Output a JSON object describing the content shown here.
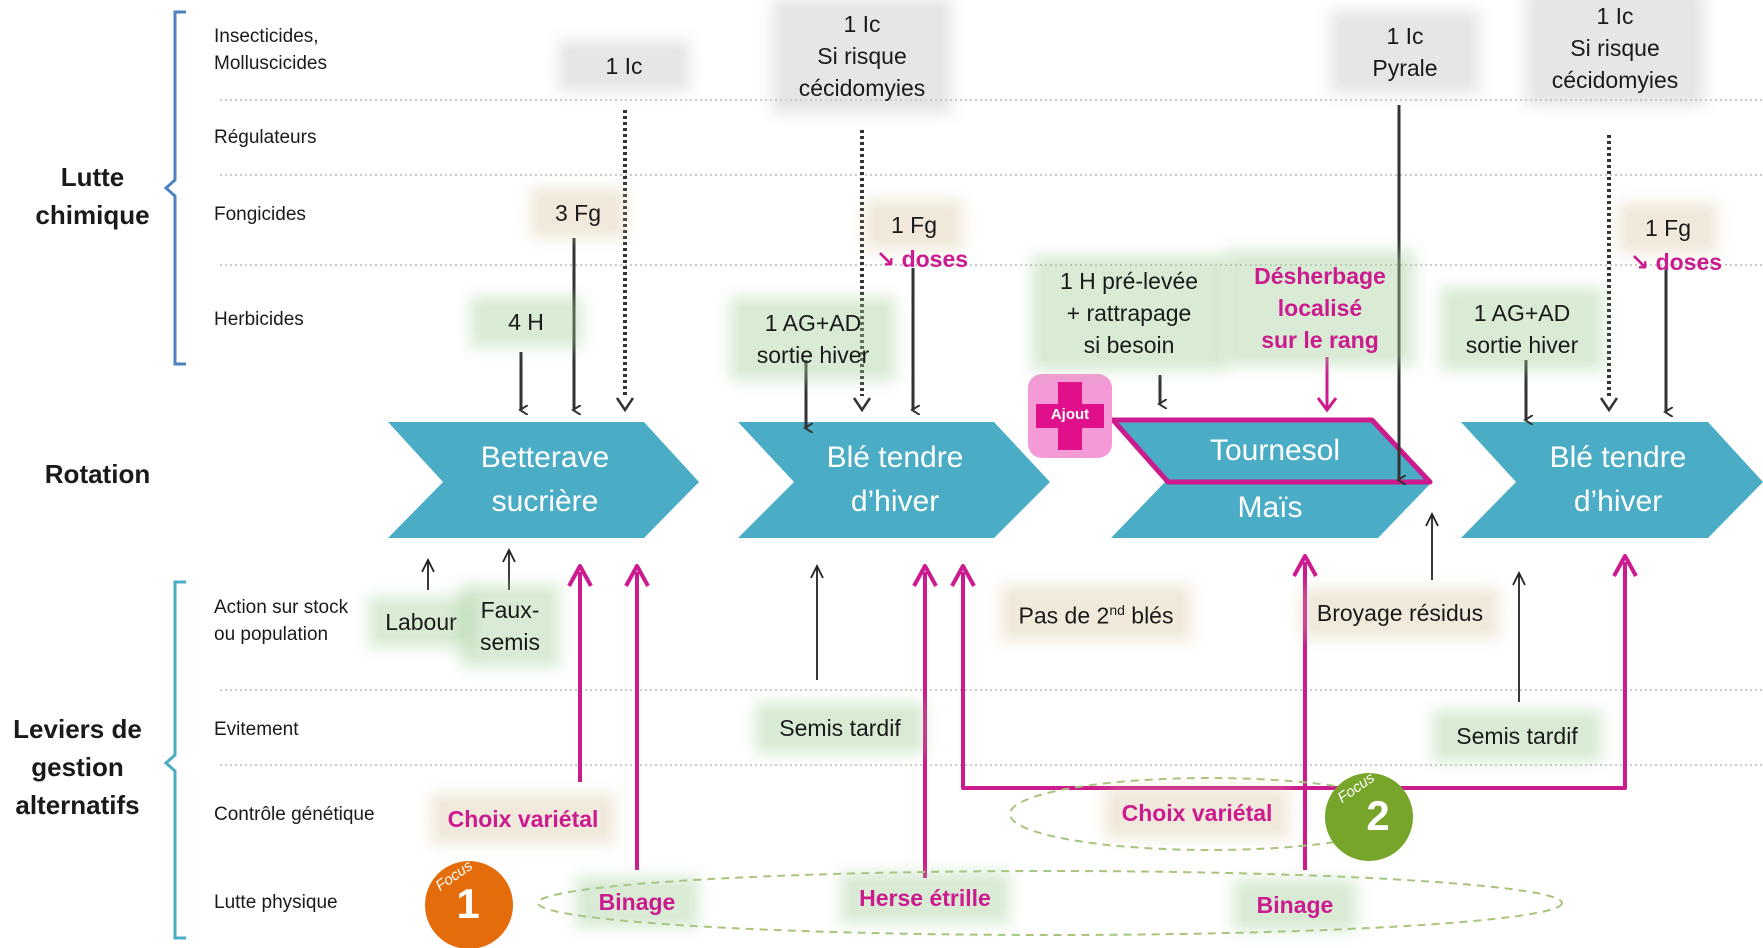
{
  "groups": {
    "chem": "Lutte\nchimique",
    "rotation": "Rotation",
    "alt": "Leviers de\ngestion\nalternatifs"
  },
  "rows": {
    "insecticides": "Insecticides,\nMolluscicides",
    "regulateurs": "Régulateurs",
    "fongicides": "Fongicides",
    "herbicides": "Herbicides",
    "stock": "Action sur stock\nou population",
    "evitement": "Evitement",
    "genetique": "Contrôle génétique",
    "physique": "Lutte physique"
  },
  "crops": {
    "c1": "Betterave\nsucrière",
    "c2": "Blé tendre\nd’hiver",
    "c3a": "Tournesol",
    "c3b": "Maïs",
    "c4": "Blé tendre\nd’hiver"
  },
  "chem_notes": {
    "ic1": "1 Ic",
    "ic2": "1 Ic\nSi risque\ncécidomyies",
    "ic3": "1 Ic\nPyrale",
    "ic4": "1 Ic\nSi risque\ncécidomyies",
    "fg1": "3 Fg",
    "fg2": "1 Fg",
    "fg2_dose": "↘ doses",
    "fg4": "1 Fg",
    "fg4_dose": "↘ doses",
    "h1": "4 H",
    "h2": "1 AG+AD\nsortie hiver",
    "h3": "1 H pré-levée\n+ rattrapage\nsi besoin",
    "h3_loc": "Désherbage\nlocalisé\nsur le rang",
    "h4": "1 AG+AD\nsortie hiver"
  },
  "ajout": "Ajout",
  "alt_notes": {
    "labour": "Labour",
    "faux_semis": "Faux-\nsemis",
    "pas2": "Pas de 2",
    "pas2_sup": "nd",
    "pas2_end": " blés",
    "broyage": "Broyage résidus",
    "semis_tardif_1": "Semis tardif",
    "semis_tardif_2": "Semis tardif",
    "choix_1": "Choix variétal",
    "choix_2": "Choix variétal",
    "binage_1": "Binage",
    "herse": "Herse étrille",
    "binage_2": "Binage"
  },
  "focus": {
    "label": "Focus",
    "one": "1",
    "two": "2"
  },
  "colors": {
    "chevron": "#4bacc6",
    "pink": "#cc1a8f",
    "bracket": "#4f81bd",
    "focus1": "#e46c0a",
    "focus2": "#77a52a"
  }
}
